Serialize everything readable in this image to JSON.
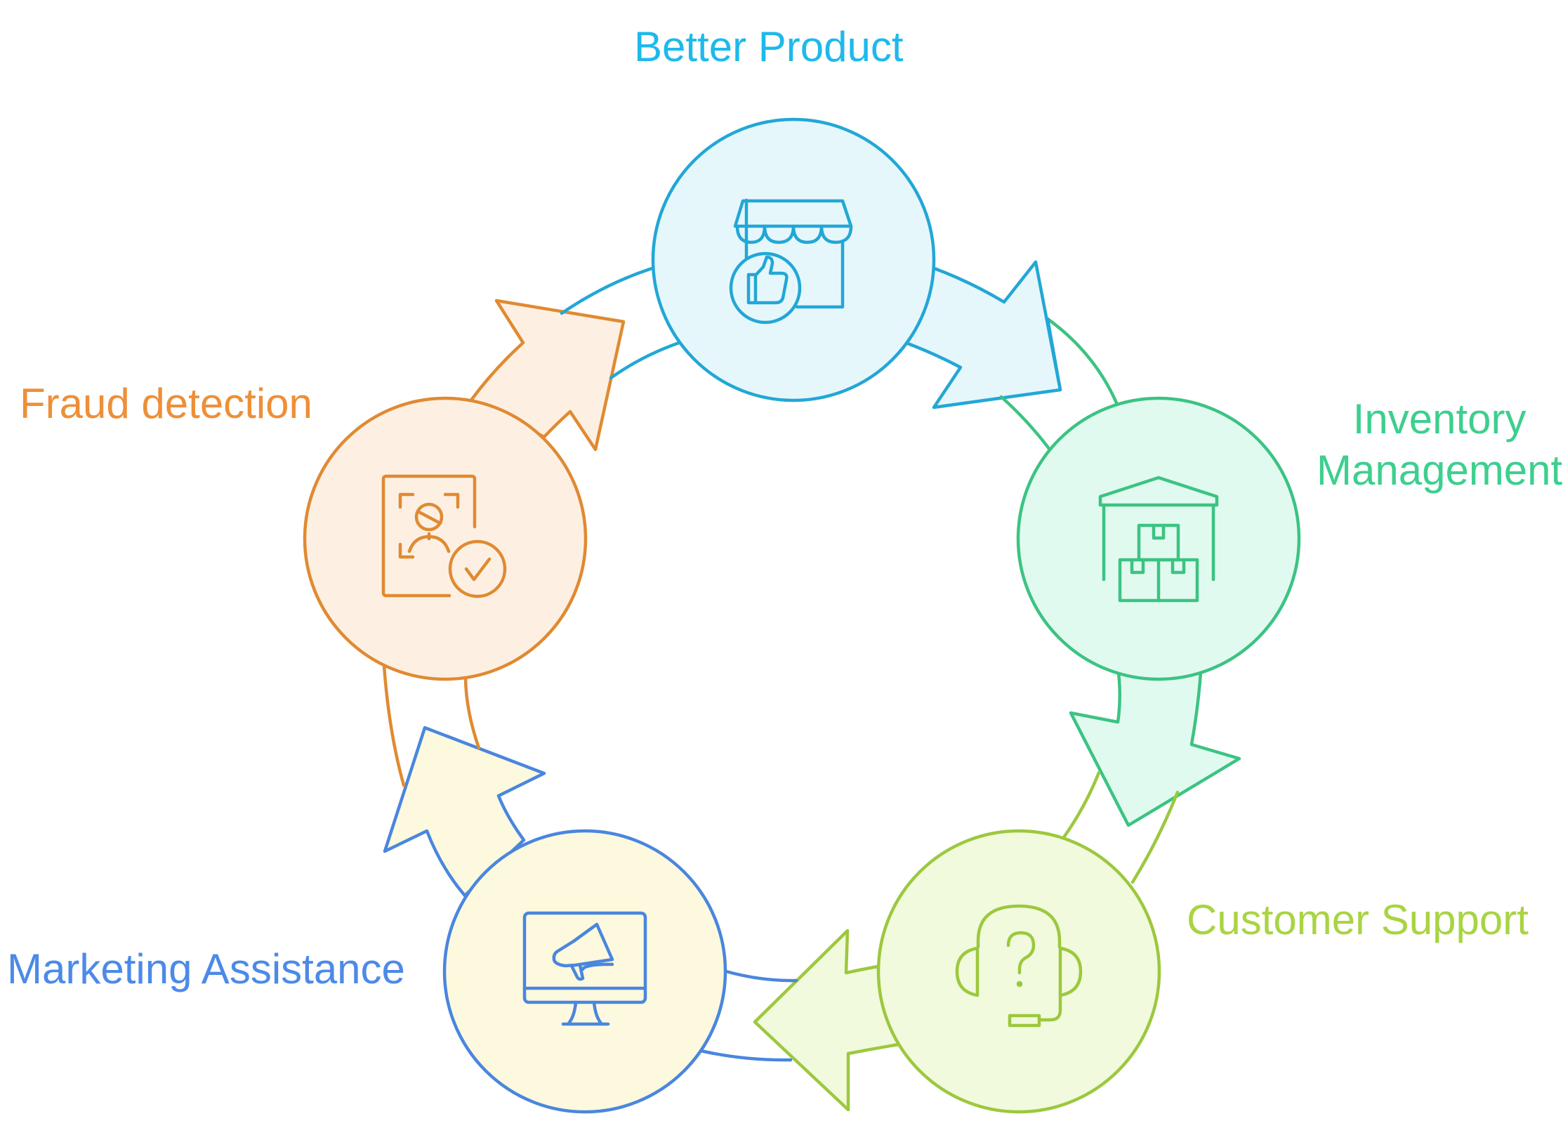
{
  "diagram": {
    "type": "cycle",
    "nodes": [
      {
        "id": "better-product",
        "label": "Better Product",
        "icon": "storefront-thumbs-up-icon",
        "color": "#22A7D6",
        "fill": "#E6F7FC"
      },
      {
        "id": "inventory-management",
        "label_lines": [
          "Inventory",
          "Management"
        ],
        "icon": "warehouse-boxes-icon",
        "color": "#3CC383",
        "fill": "#E1FAEF"
      },
      {
        "id": "customer-support",
        "label": "Customer Support",
        "icon": "headset-question-icon",
        "color": "#9CC83E",
        "fill": "#F1FADC"
      },
      {
        "id": "marketing-assistance",
        "label": "Marketing Assistance",
        "icon": "monitor-megaphone-icon",
        "color": "#4A86DE",
        "fill": "#FCF9DE"
      },
      {
        "id": "fraud-detection",
        "label": "Fraud detection",
        "icon": "face-scan-check-icon",
        "color": "#E08A32",
        "fill": "#FDF0E3"
      }
    ],
    "label_colors": {
      "better-product": "#1EB9EC",
      "inventory-management": "#3DCF8E",
      "customer-support": "#A9D443",
      "marketing-assistance": "#4C8AE8",
      "fraud-detection": "#EE8F38"
    }
  }
}
